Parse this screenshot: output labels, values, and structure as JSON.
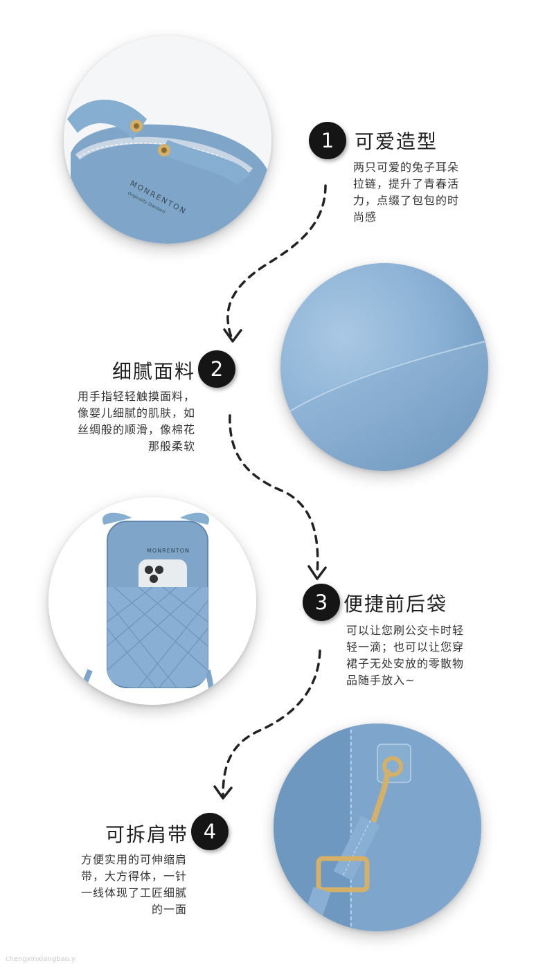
{
  "features": [
    {
      "number": "1",
      "title": "可爱造型",
      "desc": "两只可爱的兔子耳朵\n拉链，提升了青春活\n力，点缀了包包的时\n尚感"
    },
    {
      "number": "2",
      "title": "细腻面料",
      "desc": "用手指轻轻触摸面料，\n像婴儿细腻的肌肤，如\n丝绸般的顺滑，像棉花\n那般柔软"
    },
    {
      "number": "3",
      "title": "便捷前后袋",
      "desc": "可以让您刷公交卡时轻\n轻一滴；也可以让您穿\n裙子无处安放的零散物\n品随手放入~"
    },
    {
      "number": "4",
      "title": "可拆肩带",
      "desc": "方便实用的可伸缩肩\n带，大方得体，一针\n一线体现了工匠细腻\n的一面"
    }
  ],
  "brand": {
    "name": "MONRENTON",
    "tagline": "Originality Standard"
  },
  "watermark": "chengxinxiangbao.y",
  "colors": {
    "bag_blue": "#7fa6c9",
    "bag_dark": "#5f86ad",
    "badge": "#151515",
    "hardware_gold": "#d4b069"
  }
}
